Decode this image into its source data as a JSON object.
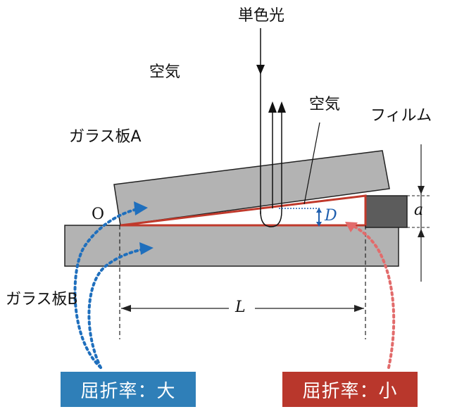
{
  "labels": {
    "light": "単色光",
    "air_outside": "空気",
    "air_gap": "空気",
    "glass_a": "ガラス板A",
    "glass_b": "ガラス板B",
    "film": "フィルム",
    "origin": "O",
    "film_thickness": "a",
    "gap_width": "D",
    "length": "L"
  },
  "badges": {
    "large": "屈折率：大",
    "small": "屈折率：小"
  },
  "colors": {
    "glass": "#b3b3b3",
    "film": "#5c5c5c",
    "air_wedge_outline": "#c0392b",
    "arrow_blue": "#1f6fbd",
    "arrow_red": "#e26b6b",
    "badge_blue": "#2f7fb8",
    "badge_red": "#b9372c",
    "gap_label": "#1f5fae"
  }
}
